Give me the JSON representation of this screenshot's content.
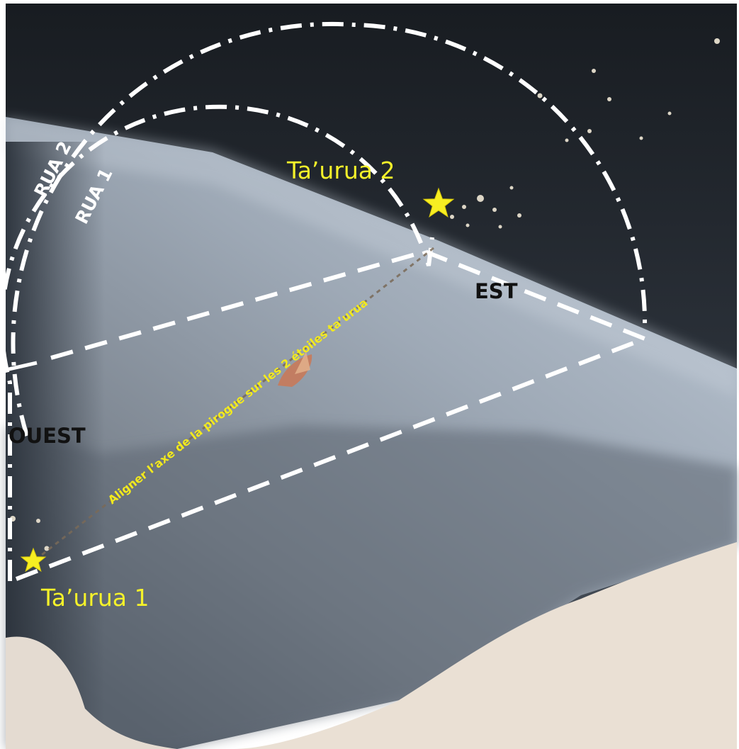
{
  "labels": {
    "star_1": "Ta’urua 1",
    "star_2": "Ta’urua 2",
    "east": "EST",
    "west": "OUEST",
    "rua_1": "RUA 1",
    "rua_2": "RUA 2",
    "axis_note": "Aligner l’axe de la pirogue sur les 2 étoiles ta’urua"
  },
  "colors": {
    "star": "#f7ee22",
    "star_label": "#f5f22a",
    "sky": "#22272e",
    "sea": "#9aa6b4",
    "guide_lines": "#ffffff",
    "canoe": "#c87a5a",
    "paper": "#eae0d4"
  },
  "icons": {
    "star_marker": "five-point-star-icon",
    "canoe": "canoe-icon"
  }
}
